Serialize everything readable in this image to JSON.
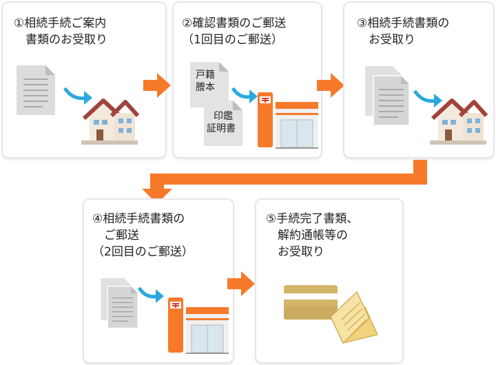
{
  "steps": [
    {
      "title_lines": [
        "①相続手続ご案内",
        "　書類のお受取り"
      ]
    },
    {
      "title_lines": [
        "②確認書類のご郵送",
        "（1回目のご郵送）"
      ],
      "doc1": [
        "戸籍",
        "謄本"
      ],
      "doc2": [
        "印鑑",
        "証明書"
      ]
    },
    {
      "title_lines": [
        "③相続手続書類の",
        "　お受取り"
      ]
    },
    {
      "title_lines": [
        "④相続手続書類の",
        "　ご郵送",
        "（2回目のご郵送）"
      ]
    },
    {
      "title_lines": [
        "⑤手続完了書類、",
        "　解約通帳等の",
        "　お受取り"
      ]
    }
  ],
  "colors": {
    "accent": "#f7792a",
    "card_border": "#e6e6e6",
    "house_roof": "#a0443c",
    "card_gold": "#d2b46a"
  }
}
